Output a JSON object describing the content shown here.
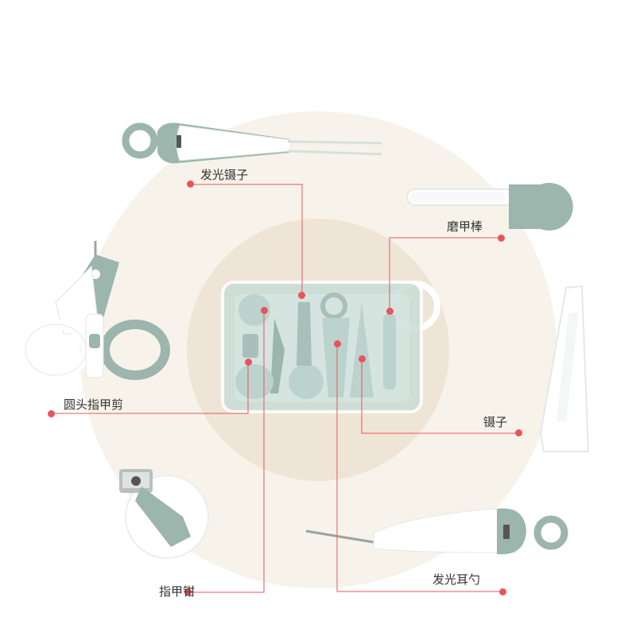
{
  "colors": {
    "outer_circle": "#f7f3ea",
    "inner_circle": "#efe5d6",
    "tool_green": "#9cb5ad",
    "tool_green_dark": "#7f9c93",
    "tool_white": "#ffffff",
    "case_fill": "#c9ddd8",
    "marker": "#e8545c",
    "leader_line": "#e8545c"
  },
  "labels": {
    "light_tweezers": "发光镊子",
    "nail_file": "磨甲棒",
    "round_scissors": "圆头指甲剪",
    "tweezers": "镊子",
    "nail_clipper": "指甲钳",
    "light_ear_spoon": "发光耳勺"
  }
}
